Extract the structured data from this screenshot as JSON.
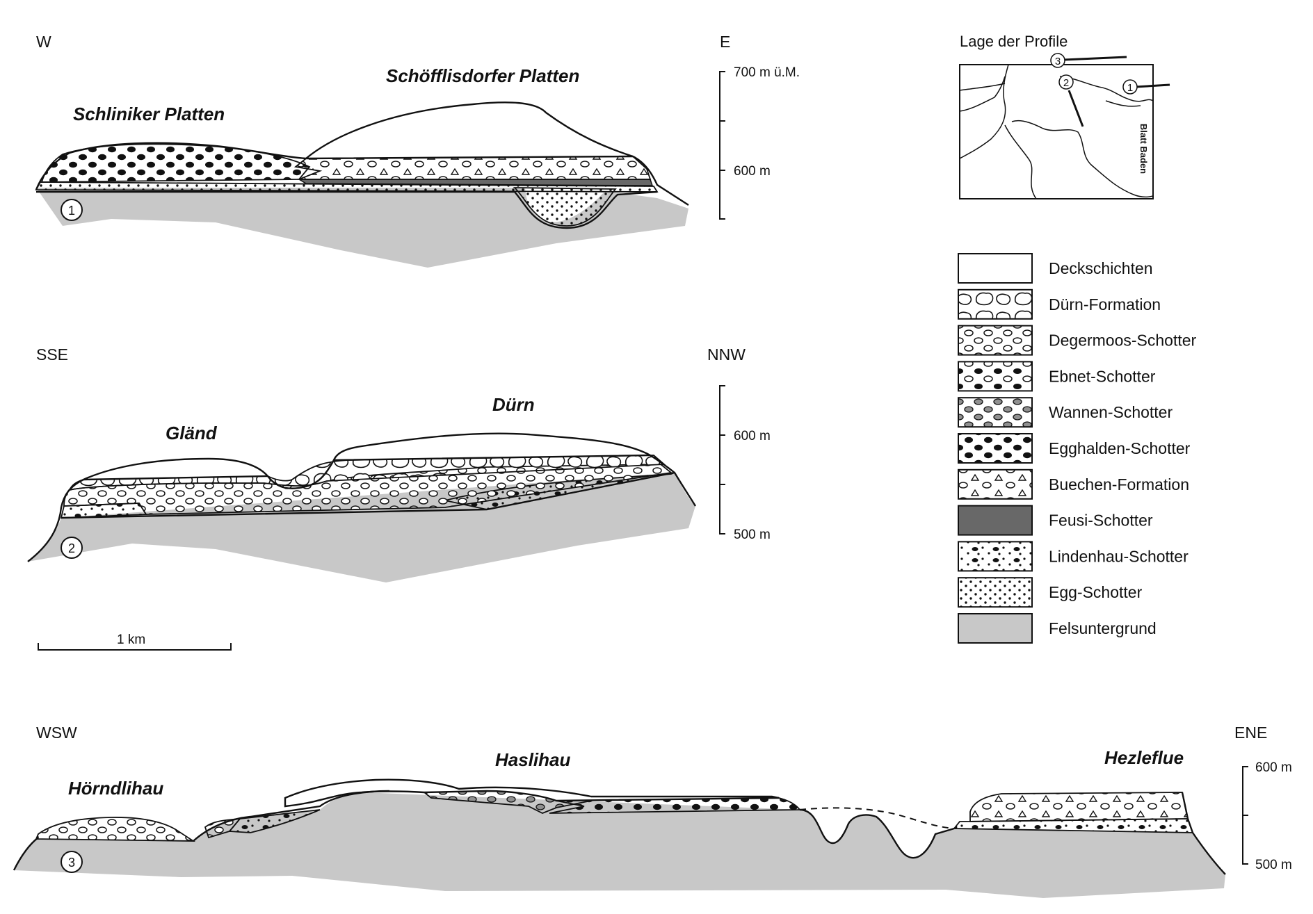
{
  "profiles": [
    {
      "number": "1",
      "left_direction": "W",
      "right_direction": "E",
      "place_names": [
        "Schliniker Platten",
        "Schöfflisdorfer Platten"
      ],
      "axis_labels": [
        "700 m ü.M.",
        "600 m"
      ]
    },
    {
      "number": "2",
      "left_direction": "SSE",
      "right_direction": "NNW",
      "place_names": [
        "Gländ",
        "Dürn"
      ],
      "axis_labels": [
        "600 m",
        "500 m"
      ]
    },
    {
      "number": "3",
      "left_direction": "WSW",
      "right_direction": "ENE",
      "place_names": [
        "Hörndlihau",
        "Haslihau",
        "Hezleflue"
      ],
      "axis_labels": [
        "600 m",
        "500 m"
      ]
    }
  ],
  "scale_bar": {
    "label": "1 km"
  },
  "inset_map": {
    "title": "Lage der Profile",
    "sheet_label": "Blatt Baden",
    "markers": [
      "1",
      "2",
      "3"
    ]
  },
  "legend": [
    {
      "label": "Deckschichten",
      "pattern": "plain"
    },
    {
      "label": "Dürn-Formation",
      "pattern": "boulders"
    },
    {
      "label": "Degermoos-Schotter",
      "pattern": "open-pebbles"
    },
    {
      "label": "Ebnet-Schotter",
      "pattern": "mixed-pebbles"
    },
    {
      "label": "Wannen-Schotter",
      "pattern": "grey-pebbles"
    },
    {
      "label": "Egghalden-Schotter",
      "pattern": "black-pebbles"
    },
    {
      "label": "Buechen-Formation",
      "pattern": "triangles-pebbles"
    },
    {
      "label": "Feusi-Schotter",
      "pattern": "dark-fill"
    },
    {
      "label": "Lindenhau-Schotter",
      "pattern": "dots-pebbles"
    },
    {
      "label": "Egg-Schotter",
      "pattern": "dots"
    },
    {
      "label": "Felsuntergrund",
      "pattern": "grey-fill"
    }
  ],
  "colors": {
    "bedrock": "#c8c8c8",
    "feusi": "#686868",
    "wannen_pebble": "#909090",
    "line": "#111111"
  }
}
